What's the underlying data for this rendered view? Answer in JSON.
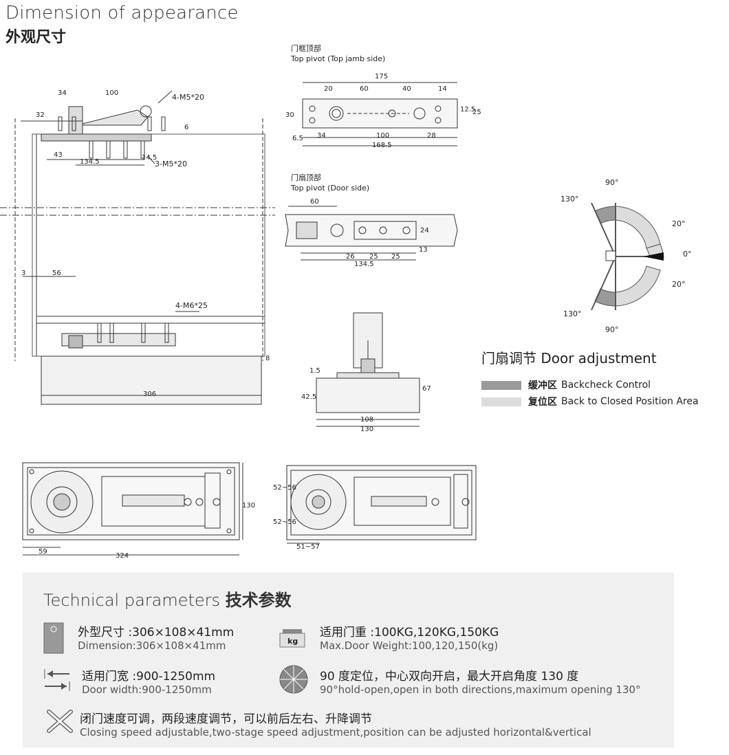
{
  "header": {
    "title_en": "Dimension of appearance",
    "title_zh": "外观尺寸"
  },
  "drawings": {
    "side_view": {
      "label_screw_top": "4-M5*20",
      "label_screw_mid": "3-M5*20",
      "label_screw_bottom": "4-M6*25",
      "dims": [
        "34",
        "100",
        "32",
        "6",
        "43",
        "134.5",
        "14.5",
        "3",
        "56",
        "306",
        "8"
      ]
    },
    "top_pivot_jamb": {
      "title_zh": "门框顶部",
      "title_en": "Top pivot (Top jamb side)",
      "dims": [
        "175",
        "20",
        "60",
        "40",
        "14",
        "30",
        "12.5",
        "25",
        "6.5",
        "34",
        "100",
        "28",
        "168.5"
      ]
    },
    "top_pivot_door": {
      "title_zh": "门扇顶部",
      "title_en": "Top pivot (Door side)",
      "dims": [
        "60",
        "24",
        "26",
        "25",
        "25",
        "13",
        "134.5"
      ]
    },
    "front_view": {
      "dims": [
        "1.5",
        "42.5",
        "67",
        "108",
        "130"
      ]
    },
    "plan_left": {
      "dims": [
        "59",
        "324",
        "130"
      ]
    },
    "plan_right": {
      "dims": [
        "52~56",
        "52~56",
        "51~57"
      ]
    },
    "angle_diagram": {
      "labels": [
        "90°",
        "130°",
        "20°",
        "0°",
        "20°",
        "130°",
        "90°"
      ]
    }
  },
  "legend": {
    "title": "门扇调节 Door adjustment",
    "items": [
      {
        "zh": "缓冲区",
        "en": "Backcheck Control",
        "color": "#9a9a9a"
      },
      {
        "zh": "复位区",
        "en": "Back to Closed Position Area",
        "color": "#dcdcdc"
      }
    ]
  },
  "tech": {
    "title_en": "Technical parameters",
    "title_zh": "技术参数",
    "params": [
      {
        "zh": "外型尺寸 :306×108×41mm",
        "en": "Dimension:306×108×41mm",
        "icon": "closer-body-icon"
      },
      {
        "zh": "适用门重 :100KG,120KG,150KG",
        "en": "Max.Door Weight:100,120,150(kg)",
        "icon": "weight-icon",
        "icon_text": "kg"
      },
      {
        "zh": "适用门宽 :900-1250mm",
        "en": "Door width:900-1250mm",
        "icon": "width-arrows-icon"
      },
      {
        "zh": "90 度定位，中心双向开启，最大开启角度 130 度",
        "en": "90°hold-open,open in both directions,maximum opening 130°",
        "icon": "protractor-icon"
      },
      {
        "zh": "闭门速度可调，两段速度调节，可以前后左右、升降调节",
        "en": "Closing speed adjustable,two-stage speed adjustment,position can be adjusted horizontal&vertical",
        "icon": "tools-icon"
      }
    ]
  }
}
